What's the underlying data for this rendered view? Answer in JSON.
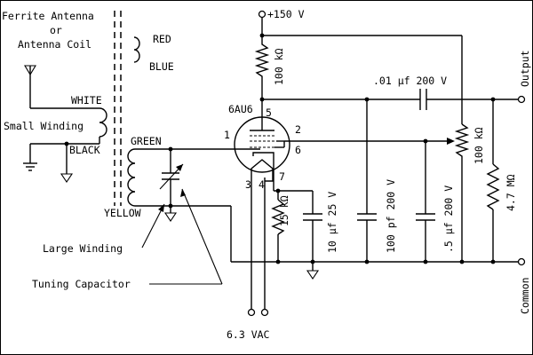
{
  "labels": {
    "ferrite_line1": "Ferrite Antenna",
    "ferrite_or": "or",
    "ferrite_line2": "Antenna Coil",
    "red": "RED",
    "blue": "BLUE",
    "white": "WHITE",
    "small_winding": "Small Winding",
    "black": "BLACK",
    "green": "GREEN",
    "yellow": "YELLOW",
    "large_winding": "Large Winding",
    "tuning_capacitor": "Tuning Capacitor",
    "tube": "6AU6",
    "pin1": "1",
    "pin2": "2",
    "pin3": "3",
    "pin4": "4",
    "pin5": "5",
    "pin6": "6",
    "pin7": "7",
    "b_plus": "+150 V",
    "r_plate": "100 kΩ",
    "r_cathode": "15 kΩ",
    "c_bypass": "10 µf 25 V",
    "c_couple": ".01 µf 200 V",
    "c_100pf": "100 pf 200 V",
    "c_05": ".5 µf 200 V",
    "pot": "100 kΩ",
    "r_load": "4.7 MΩ",
    "output": "Output",
    "common": "Common",
    "heater": "6.3 VAC"
  }
}
